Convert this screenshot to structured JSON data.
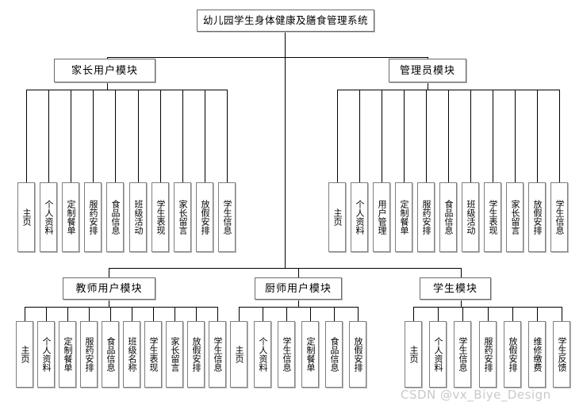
{
  "diagram": {
    "type": "tree-hierarchy",
    "root": {
      "label": "幼儿园学生身体健康及膳食管理系统"
    },
    "modules": [
      {
        "id": "parent-module",
        "label": "家长用户模块",
        "leaves": [
          "主页",
          "个人资料",
          "定制餐单",
          "服药安排",
          "食品信息",
          "班级活动",
          "学生表现",
          "家长留言",
          "放假安排",
          "学生信息"
        ]
      },
      {
        "id": "admin-module",
        "label": "管理员模块",
        "leaves": [
          "主页",
          "个人资料",
          "用户管理",
          "定制餐单",
          "服药安排",
          "食品信息",
          "班级活动",
          "学生表现",
          "家长留言",
          "放假安排",
          "学生信息"
        ]
      },
      {
        "id": "teacher-module",
        "label": "教师用户模块",
        "leaves": [
          "主页",
          "个人资料",
          "定制餐单",
          "服药安排",
          "食品信息",
          "班级名称",
          "学生表现",
          "家长留言",
          "放假安排",
          "学生信息"
        ]
      },
      {
        "id": "chef-module",
        "label": "厨师用户模块",
        "leaves": [
          "主页",
          "个人资料",
          "学生信息",
          "定制餐单",
          "食品信息",
          "放假安排"
        ]
      },
      {
        "id": "student-module",
        "label": "学生模块",
        "leaves": [
          "主页",
          "个人资料",
          "学生信息",
          "服药安排",
          "放假安排",
          "维修缴费",
          "学生反馈"
        ]
      }
    ]
  },
  "watermark": {
    "text": "CSDN @vx_Biye_Design"
  },
  "colors": {
    "line": "#000000",
    "box_border": "#7f7f7f",
    "box_fill": "#ffffff",
    "watermark": "#c9c9c9"
  }
}
